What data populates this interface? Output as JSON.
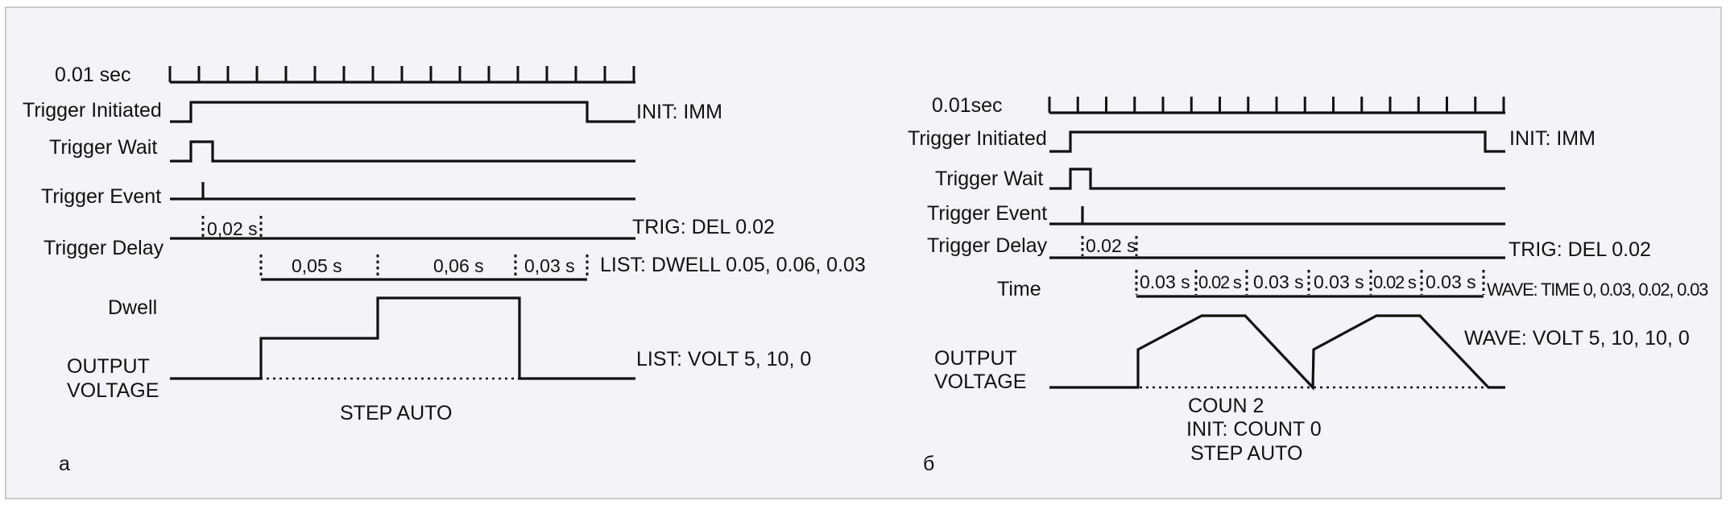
{
  "panel_a": {
    "label": "a",
    "rows": {
      "clock": "0.01 sec",
      "trigger_initiated": "Trigger Initiated",
      "trigger_wait": "Trigger Wait",
      "trigger_event": "Trigger Event",
      "trigger_delay": "Trigger Delay",
      "dwell": "Dwell",
      "output_voltage_1": "OUTPUT",
      "output_voltage_2": "VOLTAGE"
    },
    "intervals": {
      "delay": "0,02 s",
      "dwell_1": "0,05 s",
      "dwell_2": "0,06 s",
      "dwell_3": "0,03 s"
    },
    "commands": {
      "init": "INIT: IMM",
      "trig_del": "TRIG: DEL 0.02",
      "list_dwell": "LIST: DWELL 0.05, 0.06, 0.03",
      "list_volt": "LIST: VOLT 5, 10, 0",
      "step": "STEP AUTO"
    }
  },
  "panel_b": {
    "label": "б",
    "rows": {
      "clock": "0.01sec",
      "trigger_initiated": "Trigger Initiated",
      "trigger_wait": "Trigger Wait",
      "trigger_event": "Trigger Event",
      "trigger_delay": "Trigger Delay",
      "time": "Time",
      "output_voltage_1": "OUTPUT",
      "output_voltage_2": "VOLTAGE"
    },
    "intervals": {
      "delay": "0.02 s",
      "t1": "0.03 s",
      "t2": "0.02 s",
      "t3": "0.03 s",
      "t4": "0.03 s",
      "t5": "0.02 s",
      "t6": "0.03 s"
    },
    "commands": {
      "init": "INIT: IMM",
      "trig_del": "TRIG: DEL 0.02",
      "wave_time": "WAVE: TIME 0, 0.03, 0.02, 0.03",
      "wave_volt": "WAVE: VOLT 5, 10, 10, 0",
      "coun": "COUN 2",
      "init_count": "INIT: COUNT 0",
      "step": "STEP AUTO"
    }
  }
}
